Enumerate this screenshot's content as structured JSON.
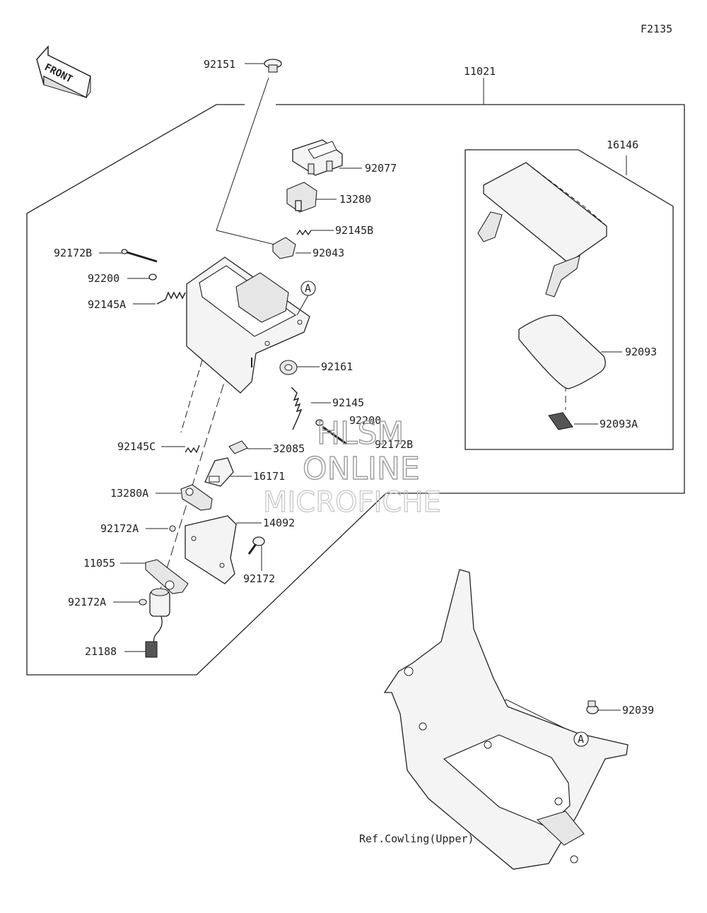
{
  "figure_code": "F2135",
  "front_label": "FRONT",
  "ref_marker": "A",
  "part_labels": {
    "p92151": "92151",
    "p11021": "11021",
    "p92077": "92077",
    "p13280": "13280",
    "p92145B": "92145B",
    "p92043": "92043",
    "p92172B_top": "92172B",
    "p92200_top": "92200",
    "p92145A": "92145A",
    "p92161": "92161",
    "p92145": "92145",
    "p92200_bottom": "92200",
    "p92172B_bottom": "92172B",
    "p92145C": "92145C",
    "p32085": "32085",
    "p16171": "16171",
    "p13280A": "13280A",
    "p14092": "14092",
    "p92172A_top": "92172A",
    "p92172": "92172",
    "p11055": "11055",
    "p92172A_bottom": "92172A",
    "p21188": "21188",
    "p16146": "16146",
    "p92093": "92093",
    "p92093A": "92093A",
    "p92039": "92039",
    "ref_cowling": "Ref.Cowling(Upper)"
  },
  "watermark": {
    "line1": "HLSM",
    "line2": "ONLINE",
    "line3": "MICROFICHE"
  }
}
